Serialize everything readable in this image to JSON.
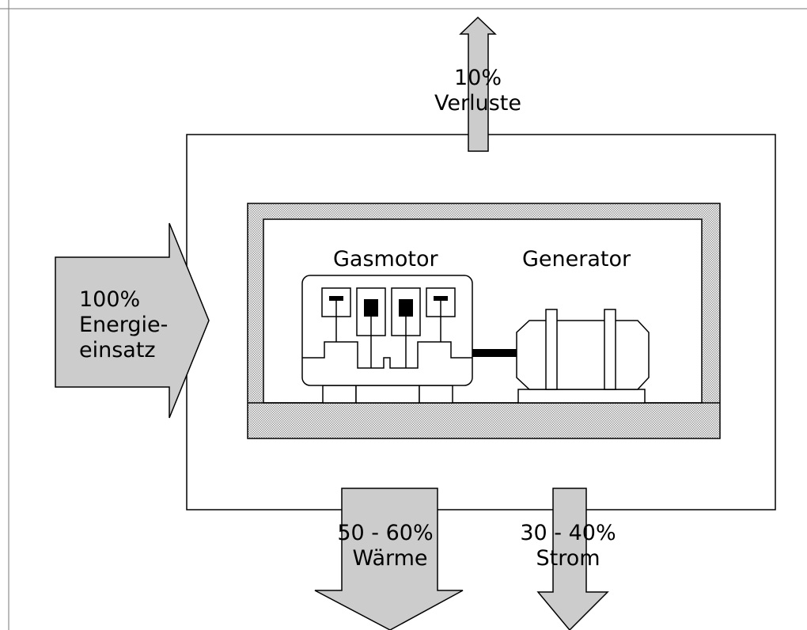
{
  "labels": {
    "losses_pct": "10%",
    "losses_text": "Verluste",
    "input_pct": "100%",
    "input_line1": "Energie-",
    "input_line2": "einsatz",
    "engine": "Gasmotor",
    "generator": "Generator",
    "heat_pct": "50 - 60%",
    "heat_text": "Wärme",
    "power_pct": "30 - 40%",
    "power_text": "Strom"
  },
  "colors": {
    "arrow_fill": "#cccccc",
    "stroke": "#000000",
    "background": "#ffffff"
  }
}
